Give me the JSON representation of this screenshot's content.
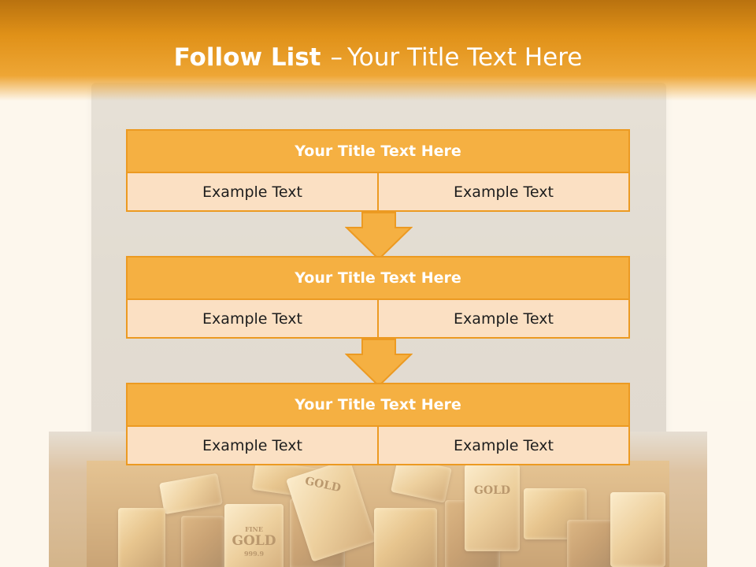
{
  "header": {
    "title_bold": "Follow List",
    "title_sep": "–",
    "title_rest": "Your Title Text Here"
  },
  "blocks": [
    {
      "title": "Your Title Text Here",
      "left": "Example Text",
      "right": "Example Text"
    },
    {
      "title": "Your Title Text Here",
      "left": "Example Text",
      "right": "Example Text"
    },
    {
      "title": "Your Title Text Here",
      "left": "Example Text",
      "right": "Example Text"
    }
  ],
  "background": {
    "image": "briefcase-of-gold-bars",
    "stamps": [
      {
        "line1": "FINE",
        "line2": "GOLD",
        "line3": "999.9"
      },
      {
        "line1": "",
        "line2": "GOLD",
        "line3": ""
      },
      {
        "line1": "",
        "line2": "GOLD",
        "line3": ""
      }
    ]
  },
  "colors": {
    "header": "#e09118",
    "block_title_fill": "#f5b042",
    "block_border": "#ec9a22",
    "cell_fill": "#fbe0c3",
    "page_background": "#fdf9f1"
  }
}
